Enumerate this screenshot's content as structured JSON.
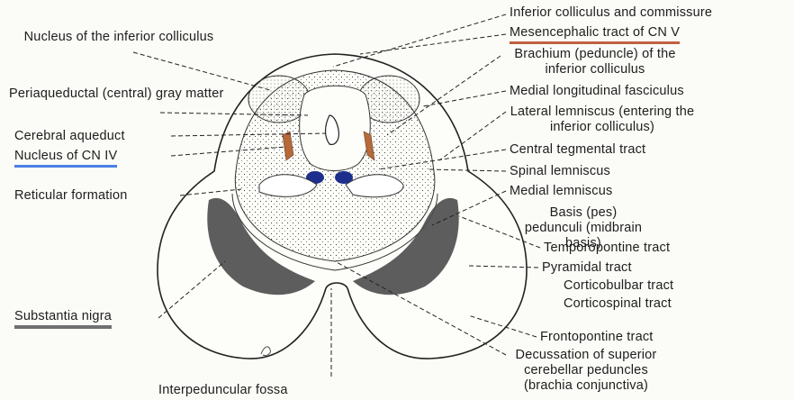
{
  "labels": {
    "nucleus_inferior_colliculus": "Nucleus of the inferior colliculus",
    "periaqueductal_gray": "Periaqueductal (central) gray matter",
    "cerebral_aqueduct": "Cerebral aqueduct",
    "nucleus_cn_iv": "Nucleus of CN IV",
    "reticular_formation": "Reticular formation",
    "substantia_nigra": "Substantia nigra",
    "interpeduncular_fossa": "Interpeduncular fossa",
    "inferior_colliculus_commissure": "Inferior colliculus and commissure",
    "mesencephalic_tract": "Mesencephalic tract of CN V",
    "brachium_inferior_colliculus": "Brachium (peduncle) of the inferior colliculus",
    "medial_longitudinal_fasciculus": "Medial longitudinal fasciculus",
    "lateral_lemniscus": "Lateral lemniscus (entering the inferior colliculus)",
    "central_tegmental_tract": "Central tegmental tract",
    "spinal_lemniscus": "Spinal lemniscus",
    "medial_lemniscus": "Medial lemniscus",
    "basis_pedunculi": "Basis (pes) pedunculi (midbrain basis)",
    "temporopontine_tract": "Temporopontine tract",
    "pyramidal_tract": "Pyramidal tract",
    "corticobulbar_tract": "Corticobulbar tract",
    "corticospinal_tract": "Corticospinal tract",
    "frontopontine_tract": "Frontopontine tract",
    "decussation_superior_cerebellar": "Decussation of superior cerebellar peduncles (brachia conjunctiva)"
  },
  "highlights": {
    "mesencephalic_tract": "#c0603f",
    "nucleus_cn_iv": "#4d7fe6",
    "substantia_nigra": "#707070"
  },
  "colors": {
    "substantia_nigra_fill": "#4f4f4f",
    "cn_iv_nucleus_fill": "#1c2f8c",
    "mesencephalic_tract_fill": "#b56a3c",
    "outline": "#222222",
    "background": "#fbfbf7"
  }
}
